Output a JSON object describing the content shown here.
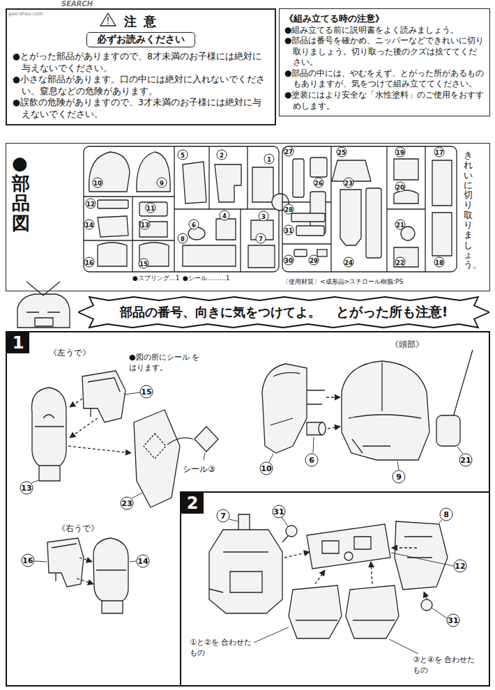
{
  "diagram": {
    "nodes": [
      {
        "text": [
          "注 意",
          "必ずお読みください",
          "●とがった部品がありますので、8才未満のお子様には絶対に与えないでください。",
          "●小さな部品があります。口の中には絶対に入れないでください。窒息などの危険があります。",
          "●誤飲の危険がありますので、3才未満のお子様には絶対に与えないでください。"
        ]
      },
      {
        "text": [
          "《組み立てる時の注意》",
          "●組み立てる前に説明書をよく読みましょう。",
          "●部品は番号を確かめ、ニッパーなどできれいに切り取りましょう。切り取った後のクズは捨ててください。",
          "●部品の中には、やむをえず、とがった所があるものもありますが、気をつけて組み立ててください。",
          "●塗装にはより安全な「水性塗料」のご使用をおすすめします。"
        ]
      },
      {
        "text": [
          "●部品図",
          "きれいに切り取りましょう。"
        ]
      },
      {
        "text": [
          "部品の番号、向きに気をつけてよ。",
          "とがった所も注意!"
        ]
      },
      {
        "text": [
          "1"
        ]
      },
      {
        "text": [
          "2"
        ],
        "in": 4
      }
    ],
    "labels": [
      "SEARCH",
      "gao-shou.com",
      "●スプリング…1",
      "●シール………1",
      "〔使用材質〕<成形品>スチロール樹脂:PS",
      "10",
      "9",
      "5",
      "2",
      "1",
      "12",
      "11",
      "14",
      "13",
      "6",
      "4",
      "3",
      "16",
      "15",
      "8",
      "7",
      "27",
      "25",
      "19",
      "17",
      "26",
      "23",
      "20",
      "28",
      "31",
      "21",
      "30",
      "29",
      "24",
      "22",
      "18",
      "《左うで》",
      "●図の所にシール をはります。",
      "15",
      "13",
      "23",
      "シール③",
      "《右うで》",
      "16",
      "14",
      "《頭部》",
      "10",
      "6",
      "9",
      "21",
      "7",
      "31",
      "8",
      "12",
      "31",
      "①と②を 合わせたもの",
      "③と④を 合わせたもの"
    ]
  }
}
